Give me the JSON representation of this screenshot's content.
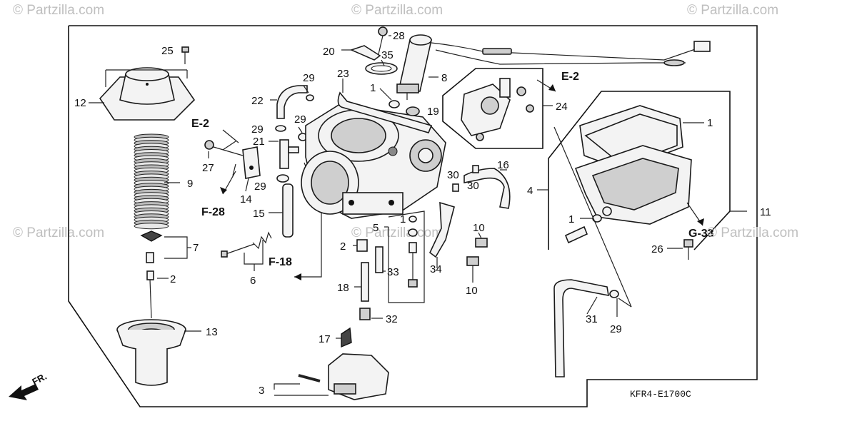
{
  "watermarks": {
    "top_left": "© Partzilla.com",
    "top_center": "© Partzilla.com",
    "top_right": "© Partzilla.com",
    "mid_left": "© Partzilla.com",
    "mid_center": "© Partzilla.com",
    "mid_right": "© Partzilla.com"
  },
  "diagram_code": "KFR4-E1700C",
  "direction_label": "FR.",
  "refs": {
    "e2_left": "E-2",
    "e2_right": "E-2",
    "f28": "F-28",
    "f18": "F-18",
    "g33": "G-33"
  },
  "callouts": {
    "c25": "25",
    "c12": "12",
    "c9": "9",
    "c7": "7",
    "c2a": "2",
    "c13": "13",
    "c27": "27",
    "c14": "14",
    "c22": "22",
    "c29a": "29",
    "c21": "21",
    "c29b": "29",
    "c29c": "29",
    "c29d": "29",
    "c15": "15",
    "c6": "6",
    "c20": "20",
    "c28": "28",
    "c35": "35",
    "c23": "23",
    "c8": "8",
    "c1a": "1",
    "c19": "19",
    "c24": "24",
    "c1b": "1",
    "c4": "4",
    "c1c": "1",
    "c11": "11",
    "c26": "26",
    "c16": "16",
    "c30a": "30",
    "c30b": "30",
    "c5": "5",
    "c1d": "1",
    "c2b": "2",
    "c33": "33",
    "c18": "18",
    "c32": "32",
    "c34": "34",
    "c10a": "10",
    "c10b": "10",
    "c31": "31",
    "c29e": "29",
    "c17": "17",
    "c3": "3"
  },
  "colors": {
    "line": "#222222",
    "watermark": "#bfbfbf",
    "background": "#ffffff"
  }
}
